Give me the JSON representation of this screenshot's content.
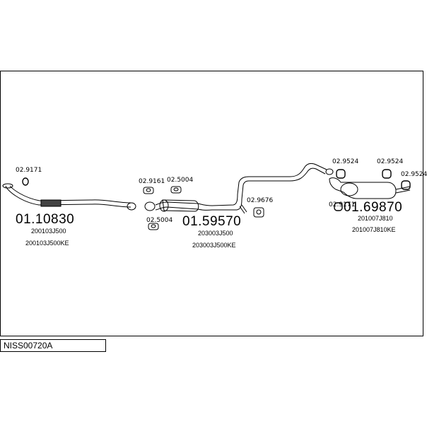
{
  "diagram": {
    "code": "NISS00720A",
    "parts": [
      {
        "number": "01.10830",
        "refs": [
          "200103J500",
          "200103J500KE"
        ]
      },
      {
        "number": "01.59570",
        "refs": [
          "203003J500",
          "203003J500KE"
        ]
      },
      {
        "number": "01.69870",
        "refs": [
          "201007J810",
          "201007J810KE"
        ]
      }
    ],
    "fittings": {
      "f_9171": "02.9171",
      "f_9161": "02.9161",
      "f_5004_a": "02.5004",
      "f_5004_b": "02.5004",
      "f_9676": "02.9676",
      "f_9524_a": "02.9524",
      "f_9524_b": "02.9524",
      "f_9524_c": "02.9524",
      "f_9xxx": "02.9171"
    }
  }
}
